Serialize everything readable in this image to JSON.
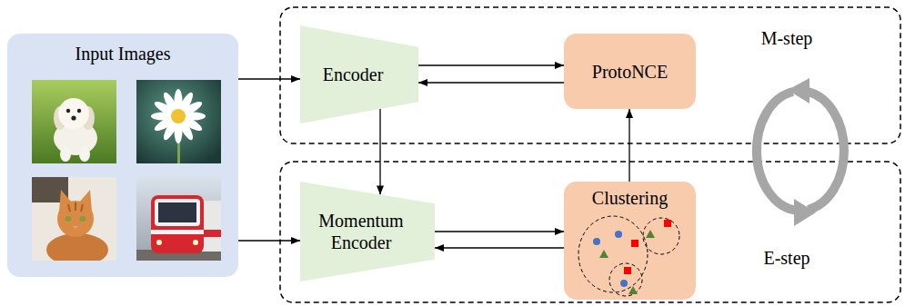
{
  "diagram": {
    "nodes": [
      {
        "text": [
          "Input Images"
        ]
      },
      {
        "text": [
          "Encoder"
        ]
      },
      {
        "text": [
          "ProtoNCE"
        ]
      },
      {
        "text": [
          "Momentum Encoder"
        ]
      },
      {
        "text": [
          "Clustering"
        ]
      }
    ],
    "edges": [
      {
        "from": 0,
        "to": 1,
        "arrow": "to"
      },
      {
        "from": 0,
        "to": 3,
        "arrow": "to"
      },
      {
        "from": 1,
        "to": 2,
        "arrow": "to"
      },
      {
        "from": 2,
        "to": 1,
        "arrow": "to"
      },
      {
        "from": 3,
        "to": 4,
        "arrow": "to"
      },
      {
        "from": 4,
        "to": 3,
        "arrow": "to"
      },
      {
        "from": 1,
        "to": 3,
        "arrow": "to"
      },
      {
        "from": 4,
        "to": 2,
        "arrow": "to"
      }
    ],
    "labels": [
      "M-step",
      "E-step"
    ]
  }
}
